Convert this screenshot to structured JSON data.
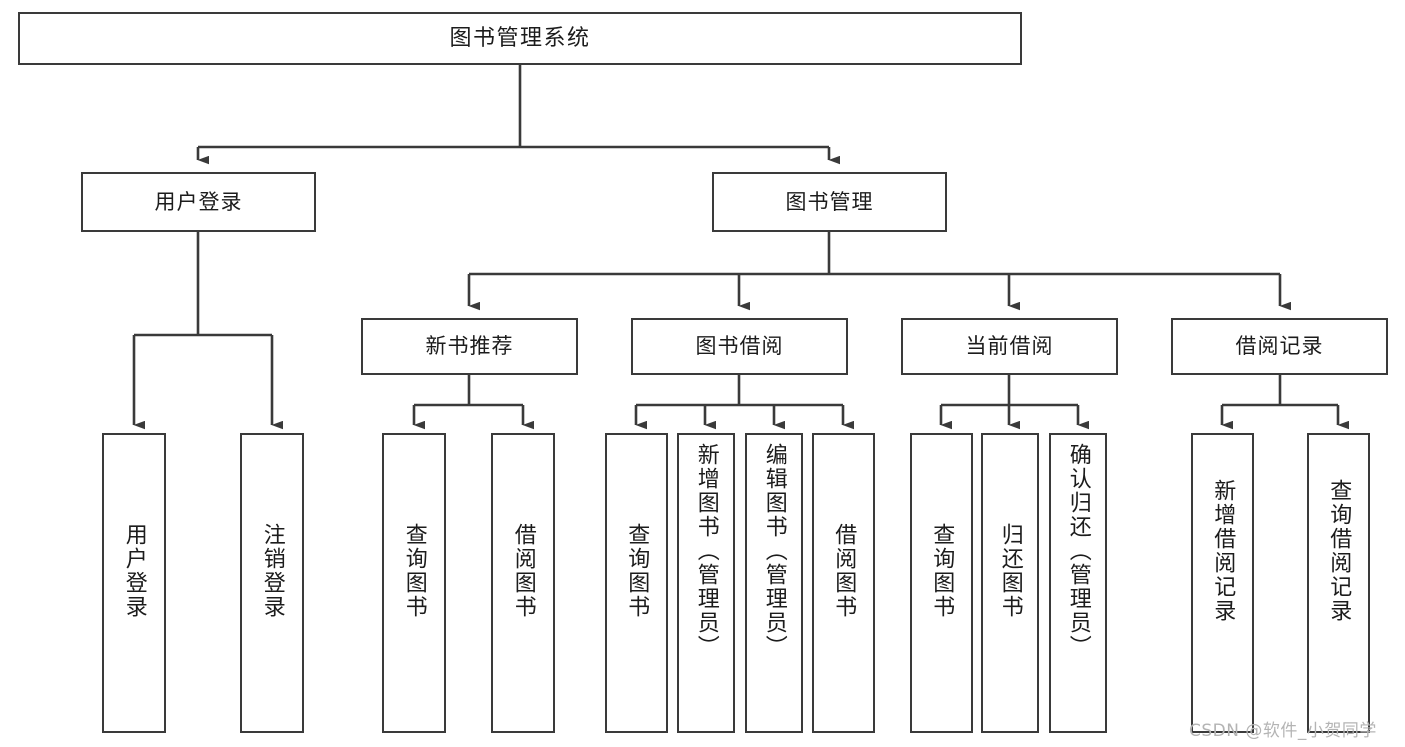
{
  "diagram": {
    "title": "图书管理系统",
    "watermark": "CSDN @软件_小贺同学",
    "colors": {
      "stroke": "#3a3a3a",
      "fill": "#ffffff",
      "text": "#1c1c1c",
      "watermark": "#b4b4b4"
    },
    "root": {
      "label": "图书管理系统"
    },
    "level1": [
      {
        "label": "用户登录"
      },
      {
        "label": "图书管理"
      }
    ],
    "level2": [
      {
        "label": "新书推荐"
      },
      {
        "label": "图书借阅"
      },
      {
        "label": "当前借阅"
      },
      {
        "label": "借阅记录"
      }
    ],
    "leaves": {
      "user_login": [
        {
          "label": "用户登录"
        },
        {
          "label": "注销登录"
        }
      ],
      "new_book_recommend": [
        {
          "label": "查询图书"
        },
        {
          "label": "借阅图书"
        }
      ],
      "book_borrow": [
        {
          "label": "查询图书"
        },
        {
          "label": "新增图书（管理员）"
        },
        {
          "label": "编辑图书（管理员）"
        },
        {
          "label": "借阅图书"
        }
      ],
      "current_borrow": [
        {
          "label": "查询图书"
        },
        {
          "label": "归还图书"
        },
        {
          "label": "确认归还（管理员）"
        }
      ],
      "borrow_record": [
        {
          "label": "新增借阅记录"
        },
        {
          "label": "查询借阅记录"
        }
      ]
    }
  }
}
